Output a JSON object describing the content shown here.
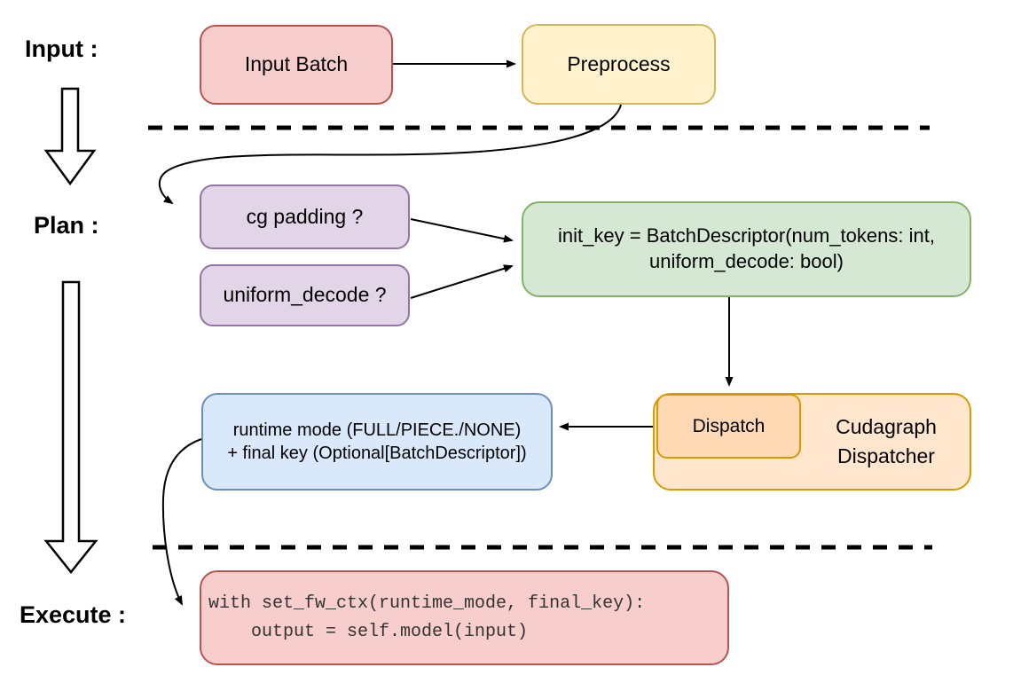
{
  "stage_labels": {
    "input": "Input :",
    "plan": "Plan :",
    "execute": "Execute :"
  },
  "nodes": {
    "input_batch": {
      "label": "Input Batch",
      "fill": "#f8cecc",
      "stroke": "#b85450"
    },
    "preprocess": {
      "label": "Preprocess",
      "fill": "#fff2cc",
      "stroke": "#d6b656"
    },
    "cg_padding": {
      "label": "cg padding ?",
      "fill": "#e1d5e7",
      "stroke": "#9673a6"
    },
    "uniform_decode": {
      "label": "uniform_decode ?",
      "fill": "#e1d5e7",
      "stroke": "#9673a6"
    },
    "init_key": {
      "line1": "init_key = BatchDescriptor(num_tokens: int,",
      "line2": "uniform_decode: bool)",
      "fill": "#d5e8d4",
      "stroke": "#82b366"
    },
    "runtime_mode": {
      "line1": "runtime mode (FULL/PIECE./NONE)",
      "line2": "+ final key (Optional[BatchDescriptor])",
      "fill": "#dae8fc",
      "stroke": "#6c8ebf"
    },
    "dispatch": {
      "label": "Dispatch",
      "fill": "#ffd9b3",
      "stroke": "#d79b00"
    },
    "cudagraph_dispatcher": {
      "line1": "Cudagraph",
      "line2": "Dispatcher",
      "fill": "#ffe6cc",
      "stroke": "#d79b00"
    },
    "execute_code": {
      "line1": "with set_fw_ctx(runtime_mode, final_key):",
      "line2": "    output = self.model(input)",
      "fill": "#f8cecc",
      "stroke": "#b85450"
    }
  },
  "diagram": {
    "connector_color": "#000000",
    "separator_style": "dashed"
  }
}
